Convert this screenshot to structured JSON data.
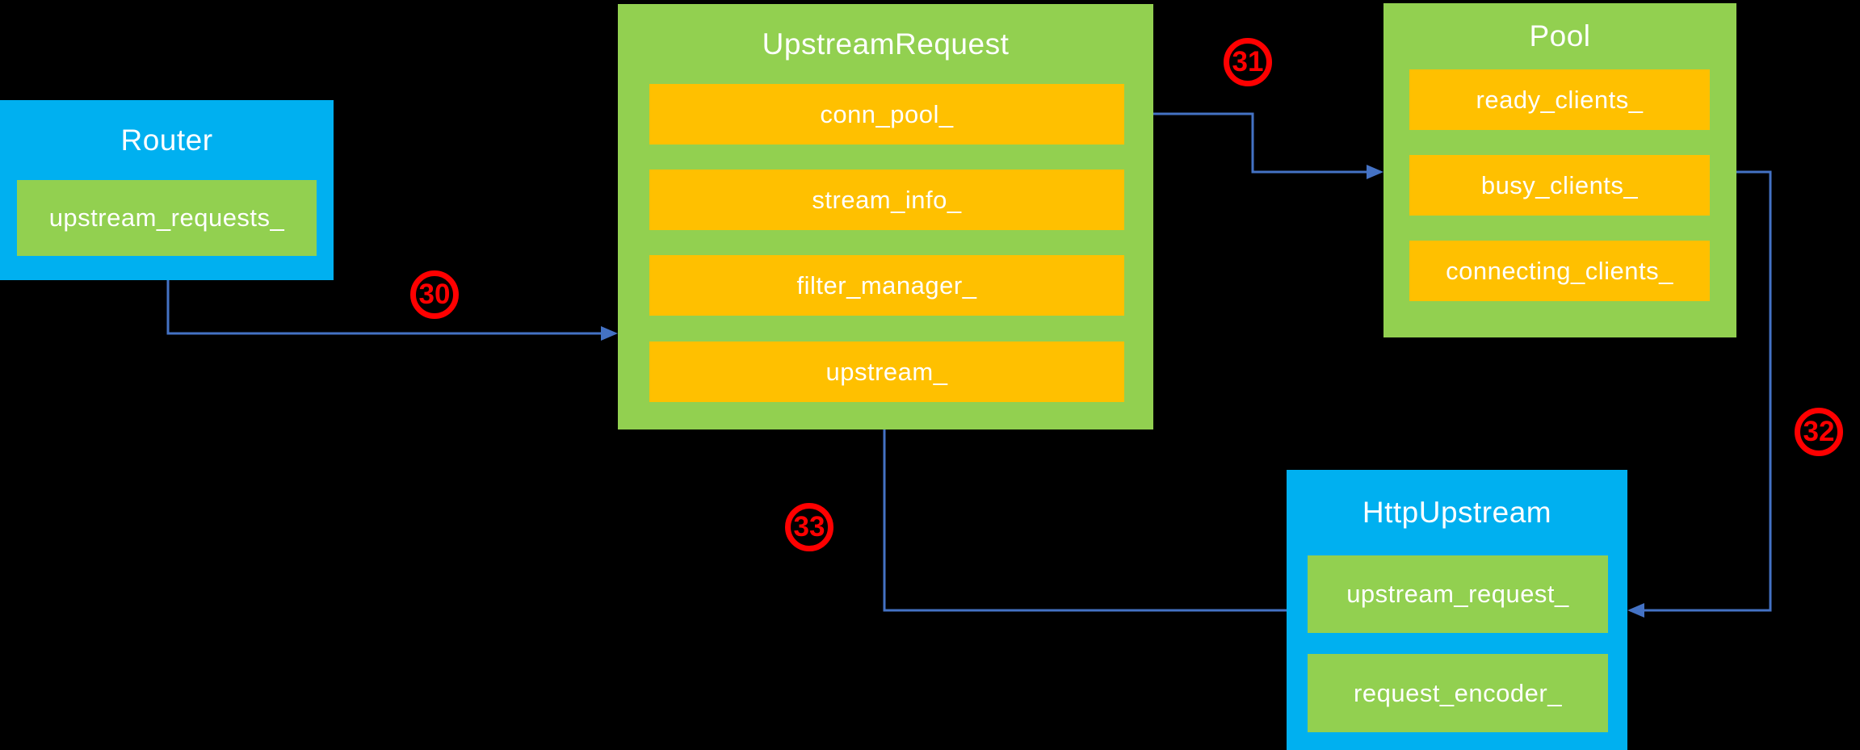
{
  "nodes": {
    "router": {
      "title": "Router",
      "fields": [
        "upstream_requests_"
      ]
    },
    "upstreamRequest": {
      "title": "UpstreamRequest",
      "fields": [
        "conn_pool_",
        "stream_info_",
        "filter_manager_",
        "upstream_"
      ]
    },
    "pool": {
      "title": "Pool",
      "fields": [
        "ready_clients_",
        "busy_clients_",
        "connecting_clients_"
      ]
    },
    "httpUpstream": {
      "title": "HttpUpstream",
      "fields": [
        "upstream_request_",
        "request_encoder_"
      ]
    }
  },
  "arrows": [
    {
      "label": "30",
      "from": "Router.upstream_requests_",
      "to": "UpstreamRequest"
    },
    {
      "label": "31",
      "from": "UpstreamRequest.conn_pool_",
      "to": "Pool"
    },
    {
      "label": "32",
      "from": "Pool",
      "to": "HttpUpstream.upstream_request_"
    },
    {
      "label": "33",
      "from": "HttpUpstream",
      "to": "UpstreamRequest.upstream_"
    }
  ],
  "colors": {
    "background": "#000000",
    "blue_box": "#00B0F0",
    "green_box": "#92D050",
    "orange_field": "#FFC000",
    "arrow": "#4472C4",
    "annotation_red": "#FF0000",
    "text": "#FFFFFF"
  }
}
